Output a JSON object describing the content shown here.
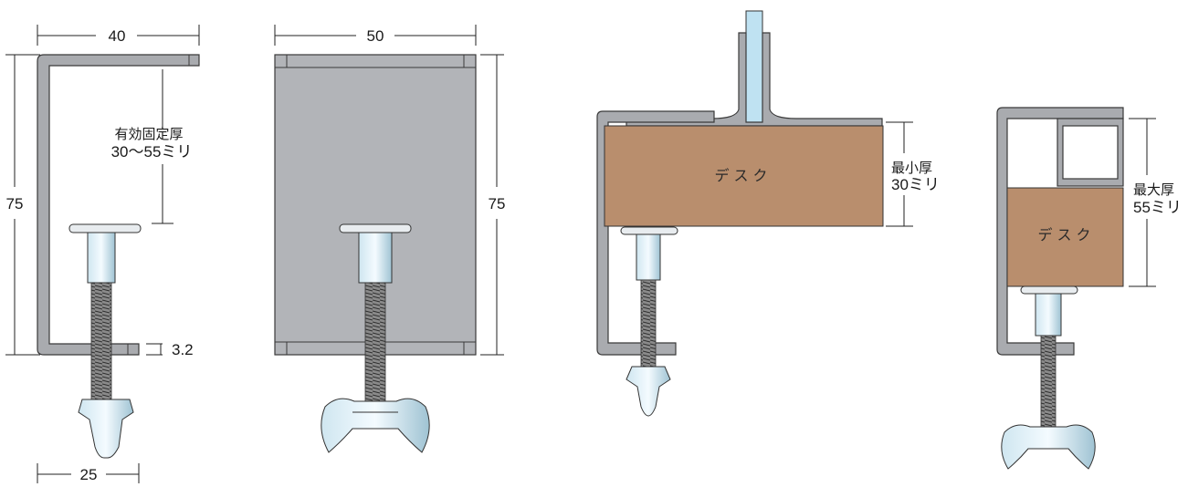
{
  "side_view": {
    "top_width": "40",
    "height": "75",
    "effective_thickness_line1": "有効固定厚",
    "effective_thickness_line2": "30〜55ミリ",
    "plate_thickness": "3.2",
    "bottom_width": "25"
  },
  "front_view": {
    "width": "50",
    "height": "75"
  },
  "min_example": {
    "desk_label": "デスク",
    "thickness_line1": "最小厚",
    "thickness_line2": "30ミリ"
  },
  "max_example": {
    "desk_label": "デスク",
    "thickness_line1": "最大厚",
    "thickness_line2": "55ミリ"
  },
  "colors": {
    "metal": "#a9abaf",
    "desk": "#b98e6d",
    "pad": "#e8ecef",
    "glass": "#bfe2f2"
  }
}
